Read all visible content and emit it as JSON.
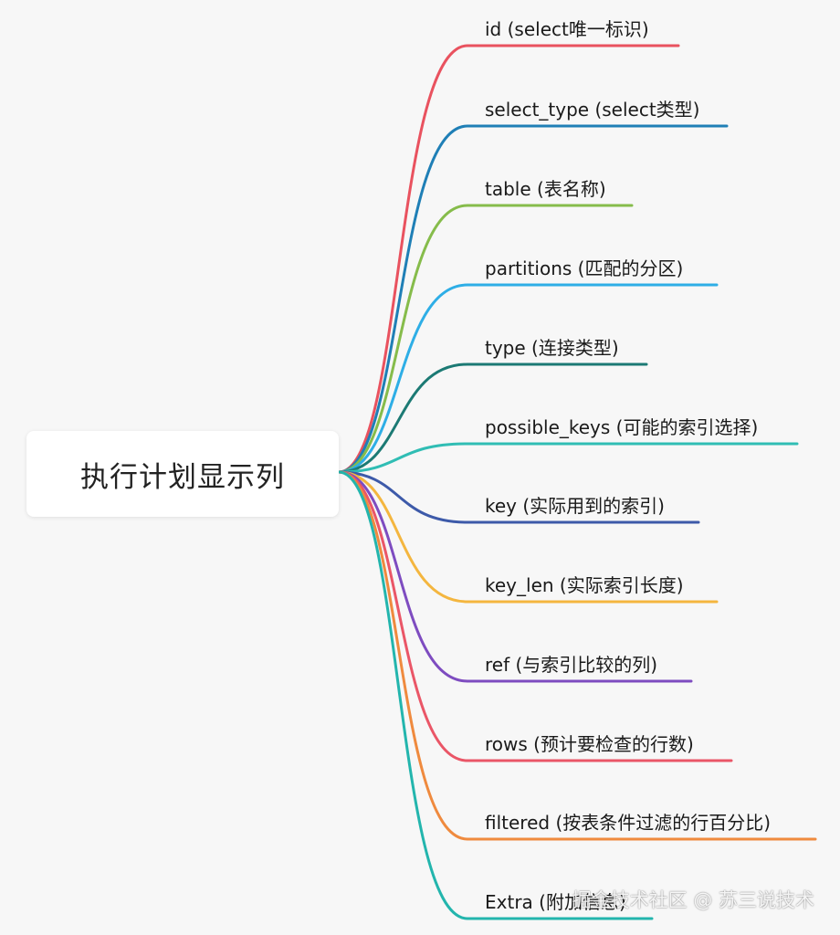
{
  "root": {
    "label": "执行计划显示列"
  },
  "branches": [
    {
      "label": "id (select唯一标识)",
      "color": "#e9525f"
    },
    {
      "label": "select_type (select类型)",
      "color": "#1f7fb6"
    },
    {
      "label": "table (表名称)",
      "color": "#86bc4b"
    },
    {
      "label": "partitions (匹配的分区)",
      "color": "#2eaee6"
    },
    {
      "label": "type (连接类型)",
      "color": "#1c7a74"
    },
    {
      "label": "possible_keys (可能的索引选择)",
      "color": "#30bdb4"
    },
    {
      "label": "key (实际用到的索引)",
      "color": "#3d5aa9"
    },
    {
      "label": "key_len (实际索引长度)",
      "color": "#f4b63f"
    },
    {
      "label": "ref (与索引比较的列)",
      "color": "#7e4cc0"
    },
    {
      "label": "rows (预计要检查的行数)",
      "color": "#ea5667"
    },
    {
      "label": "filtered (按表条件过滤的行百分比)",
      "color": "#ef8a3e"
    },
    {
      "label": "Extra (附加信息)",
      "color": "#23b5ad"
    }
  ],
  "watermark": "掘金技术社区 @ 苏三说技术"
}
